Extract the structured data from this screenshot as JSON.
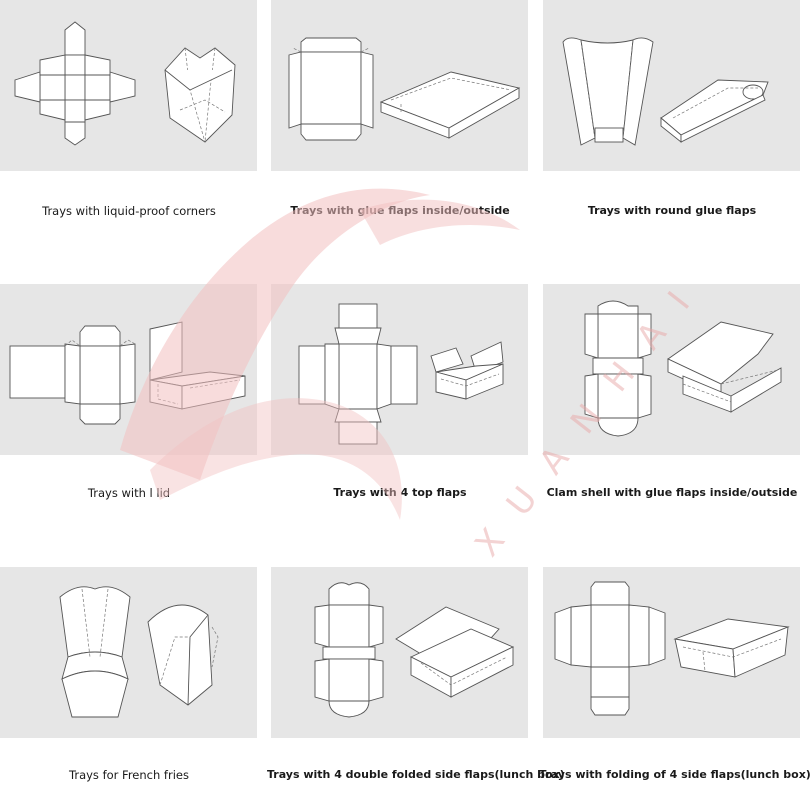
{
  "watermark": {
    "text": "XUANHAI",
    "color": "#e8a8a8"
  },
  "items": [
    {
      "caption": "Trays with liquid-proof corners"
    },
    {
      "caption": "Trays with glue flaps inside/outside"
    },
    {
      "caption": "Trays with round glue flaps"
    },
    {
      "caption": "Trays with l lid"
    },
    {
      "caption": "Trays with 4 top flaps"
    },
    {
      "caption": "Clam shell with glue flaps inside/outside"
    },
    {
      "caption": "Trays for French fries"
    },
    {
      "caption": "Trays with 4 double folded side flaps(lunch box)"
    },
    {
      "caption": "Trays with folding of 4 side flaps(lunch box)"
    }
  ]
}
